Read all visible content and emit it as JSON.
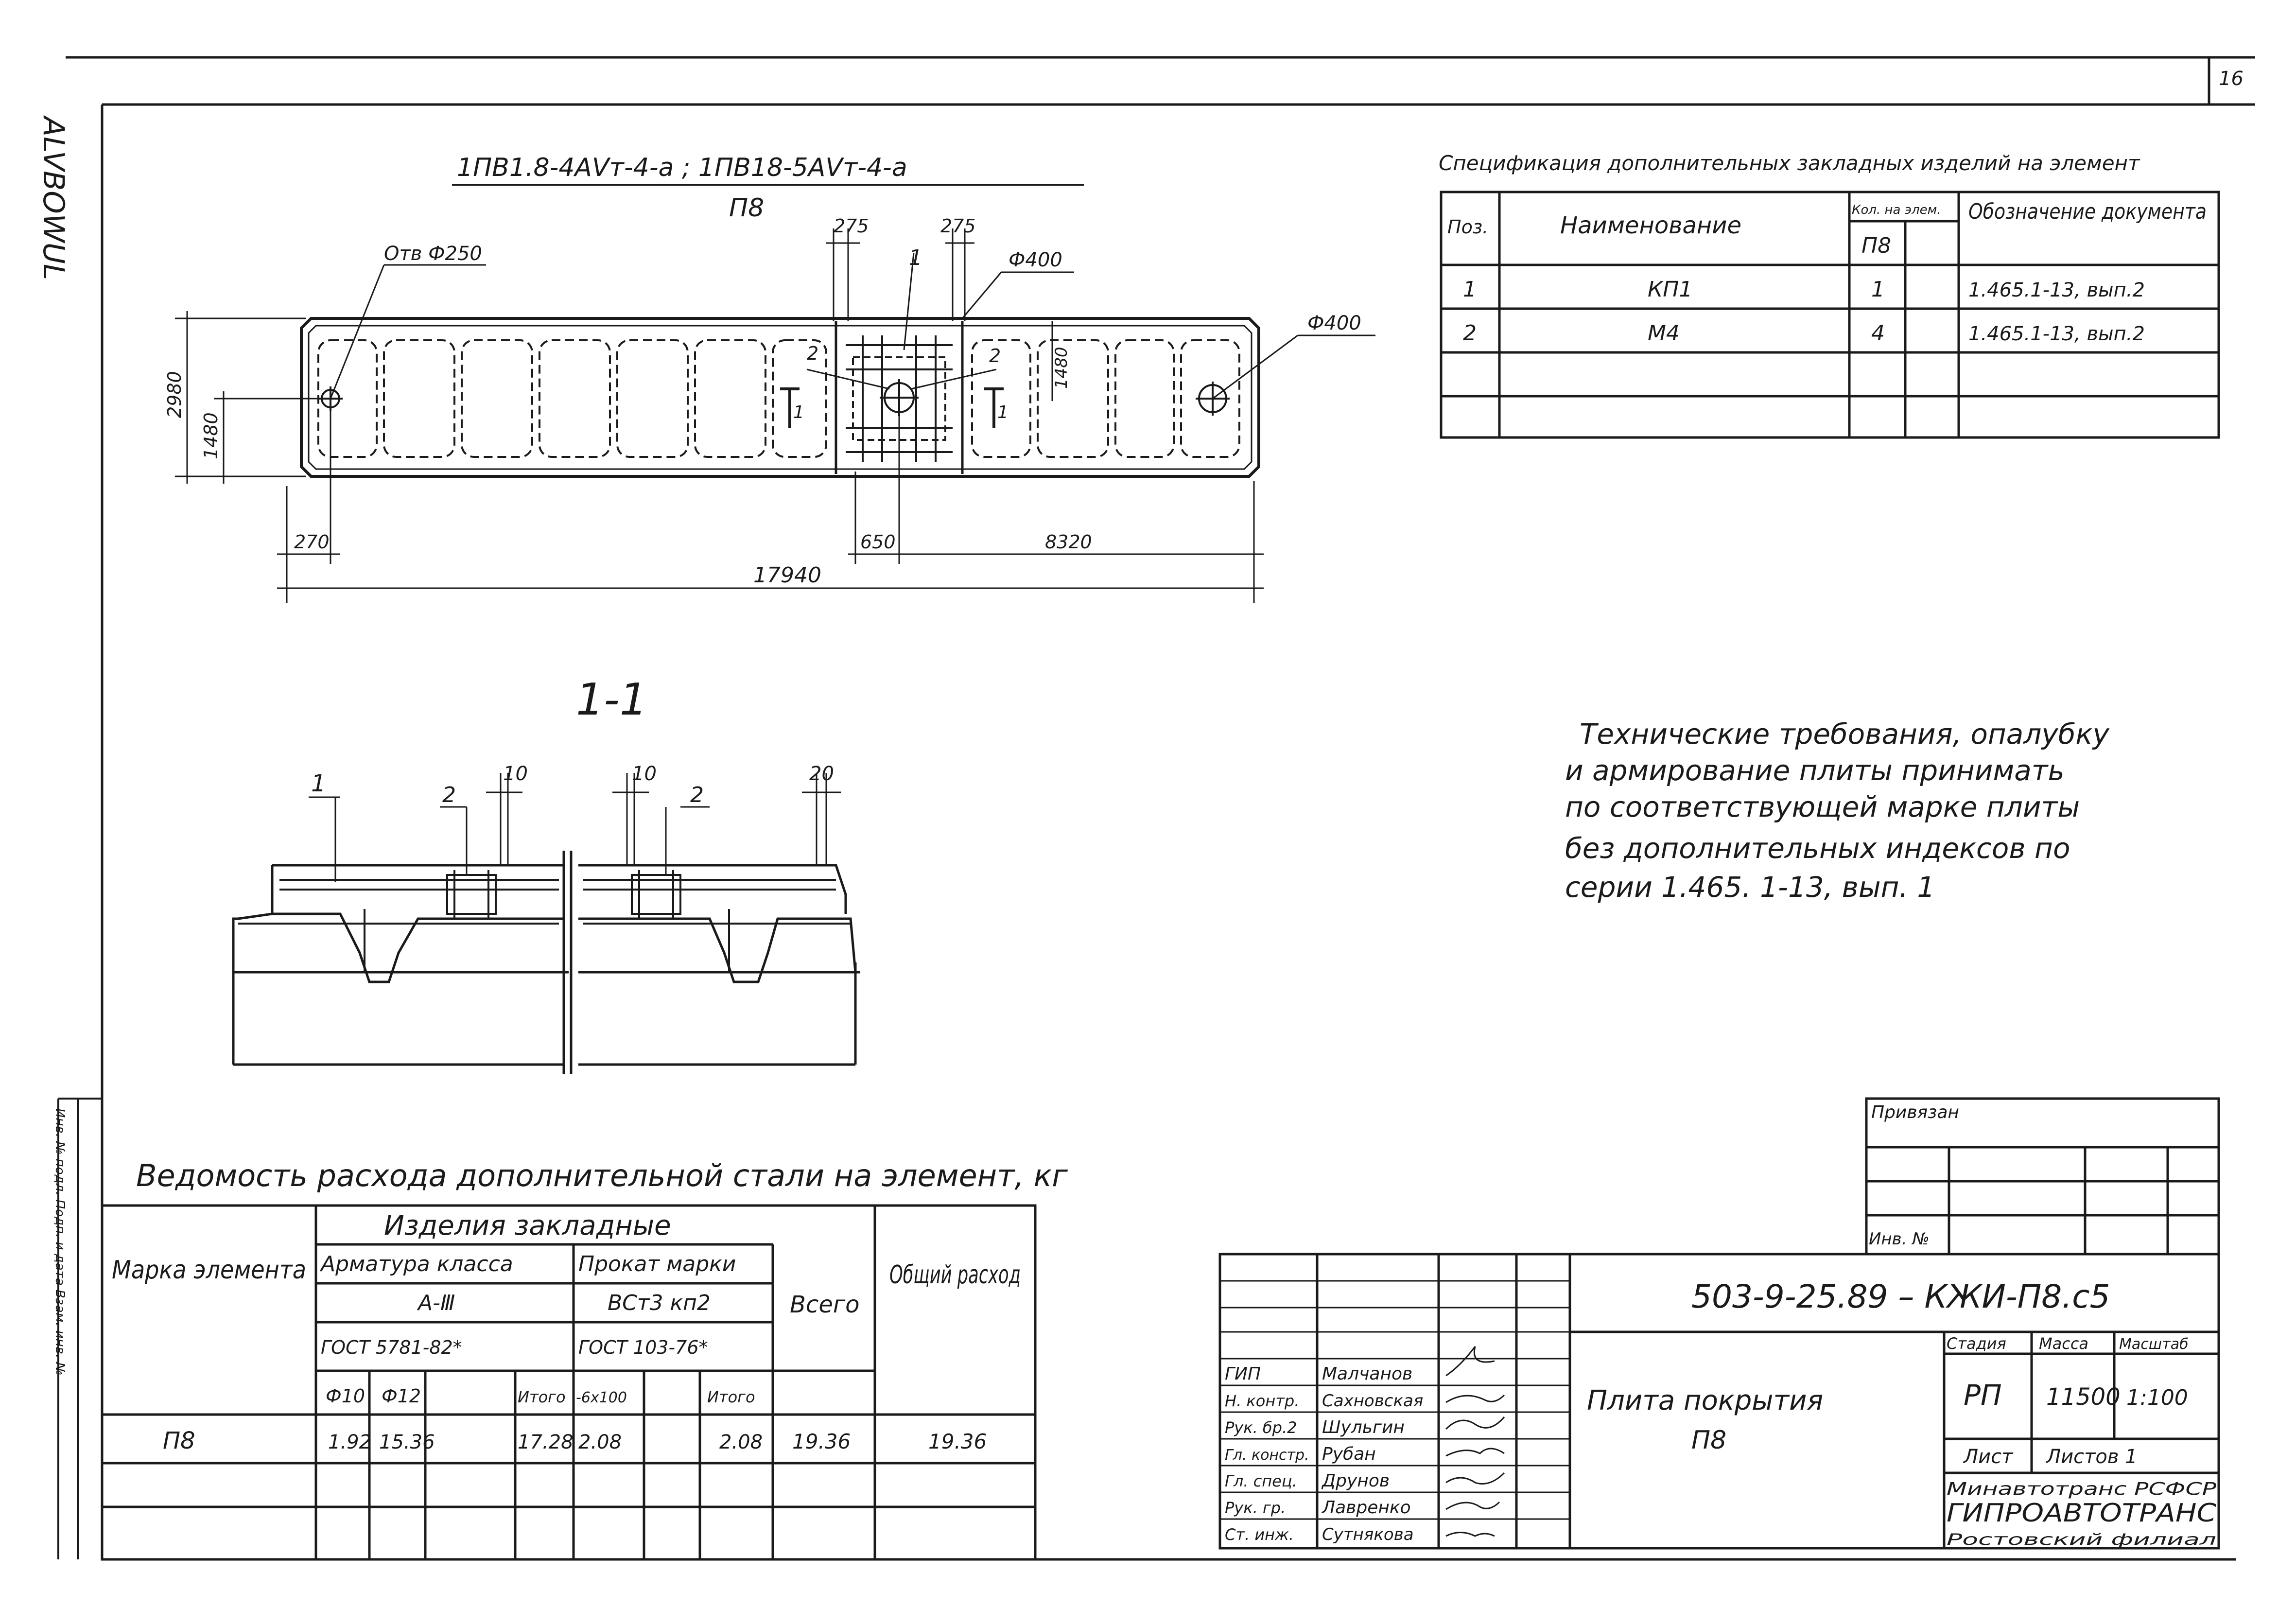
{
  "sheet": {
    "page_number": "16",
    "side_stamp_top": "ALVBOWUL",
    "side_stamp_bottom": "Инв. № подл.  Подп. и дата  Взам. инв. №"
  },
  "plan": {
    "title_line1": "1ПВ1.8-4АⅤт-4-а ;  1ПВ18-5АⅤт-4-а",
    "title_line2": "П8",
    "hole_small_label": "Отв Ф250",
    "dim_275_left": "275",
    "dim_275_right": "275",
    "callout_1": "1",
    "callout_hole_400_top": "Ф400",
    "callout_hole_400_right": "Ф400",
    "dim_height": "2980",
    "dim_half": "1480",
    "dim_half_inner": "1480",
    "dim_270": "270",
    "dim_650": "650",
    "dim_8320": "8320",
    "dim_total": "17940",
    "marker_2_left": "2",
    "marker_2_right": "2",
    "section_mark_left": "1",
    "section_mark_right": "1"
  },
  "section": {
    "title": "1-1",
    "label_1": "1",
    "label_2_left": "2",
    "label_2_right": "2",
    "dim_10_left": "10",
    "dim_10_right": "10",
    "dim_20": "20"
  },
  "spec": {
    "title": "Спецификация дополнительных закладных изделий на элемент",
    "headers": {
      "pos": "Поз.",
      "name": "Наименование",
      "qty_group": "Кол. на элем.",
      "qty_p8": "П8",
      "doc": "Обозначение документа"
    },
    "rows": [
      {
        "pos": "1",
        "name": "КП1",
        "qty": "1",
        "doc": "1.465.1-13, вып.2"
      },
      {
        "pos": "2",
        "name": "М4",
        "qty": "4",
        "doc": "1.465.1-13, вып.2"
      }
    ]
  },
  "notes": {
    "lines": [
      "Технические требования, опалубку",
      "и армирование плиты принимать",
      "по соответствующей марке плиты",
      "без дополнительных индексов по",
      "серии 1.465. 1-13, вып. 1"
    ]
  },
  "steel": {
    "title": "Ведомость расхода дополнительной стали на элемент, кг",
    "headers": {
      "mark": "Марка элемента",
      "group": "Изделия закладные",
      "rebar": "Арматура класса",
      "rebar_class": "А-Ⅲ",
      "rebar_gost": "ГОСТ 5781-82*",
      "rolled": "Прокат марки",
      "rolled_grade": "ВСт3 кп2",
      "rolled_gost": "ГОСТ 103-76*",
      "phi10": "Ф10",
      "phi12": "Ф12",
      "itogo_1": "Итого",
      "strip": "-6х100",
      "itogo_2": "Итого",
      "total": "Всего",
      "overall": "Общий расход"
    },
    "row": {
      "mark": "П8",
      "phi10": "1.92",
      "phi12": "15.36",
      "itogo_1": "17.28",
      "strip": "2.08",
      "itogo_2": "2.08",
      "total": "19.36",
      "overall": "19.36"
    }
  },
  "stamp": {
    "privyazan": "Привязан",
    "inv": "Инв. №",
    "code": "503-9-25.89 – КЖИ-П8.с5",
    "name_line1": "Плита покрытия",
    "name_line2": "П8",
    "stage_h": "Стадия",
    "mass_h": "Масса",
    "scale_h": "Масштаб",
    "stage": "РП",
    "mass": "11500",
    "scale": "1:100",
    "sheet": "Лист",
    "sheets": "Листов 1",
    "org1": "Минавтотранс РСФСР",
    "org2": "ГИПРОАВТОТРАНС",
    "org3": "Ростовский филиал",
    "signers": [
      {
        "role": "ГИП",
        "name": "Малчанов"
      },
      {
        "role": "Н. контр.",
        "name": "Сахновская"
      },
      {
        "role": "Рук. бр.2",
        "name": "Шульгин"
      },
      {
        "role": "Гл. констр.",
        "name": "Рубан"
      },
      {
        "role": "Гл. спец.",
        "name": "Друнов"
      },
      {
        "role": "Рук. гр.",
        "name": "Лавренко"
      },
      {
        "role": "Ст. инж.",
        "name": "Сутнякова"
      }
    ]
  }
}
